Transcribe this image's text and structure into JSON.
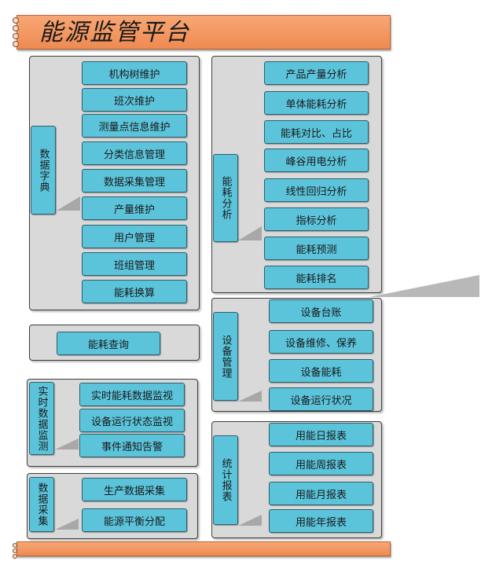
{
  "title": "能源监管平台",
  "colors": {
    "banner": "#ee8a52",
    "item": "#5bc4db",
    "panel": "#d9d9d9"
  },
  "groups": {
    "data_dictionary": {
      "label": "数据字典",
      "items": [
        "机构树维护",
        "班次维护",
        "测量点信息维护",
        "分类信息管理",
        "数据采集管理",
        "产量维护",
        "用户管理",
        "班组管理",
        "能耗换算"
      ]
    },
    "energy_query": {
      "item": "能耗查询"
    },
    "realtime": {
      "label": "实时数据监测",
      "items": [
        "实时能耗数据监视",
        "设备运行状态监视",
        "事件通知告警"
      ]
    },
    "data_collection": {
      "label": "数据采集",
      "items": [
        "生产数据采集",
        "能源平衡分配"
      ]
    },
    "energy_analysis": {
      "label": "能耗分析",
      "items": [
        "产品产量分析",
        "单体能耗分析",
        "能耗对比、占比",
        "峰谷用电分析",
        "线性回归分析",
        "指标分析",
        "能耗预测",
        "能耗排名"
      ]
    },
    "equipment": {
      "label": "设备管理",
      "items": [
        "设备台账",
        "设备维修、保养",
        "设备能耗",
        "设备运行状况"
      ]
    },
    "reports": {
      "label": "统计报表",
      "items": [
        "用能日报表",
        "用能周报表",
        "用能月报表",
        "用能年报表"
      ]
    }
  }
}
